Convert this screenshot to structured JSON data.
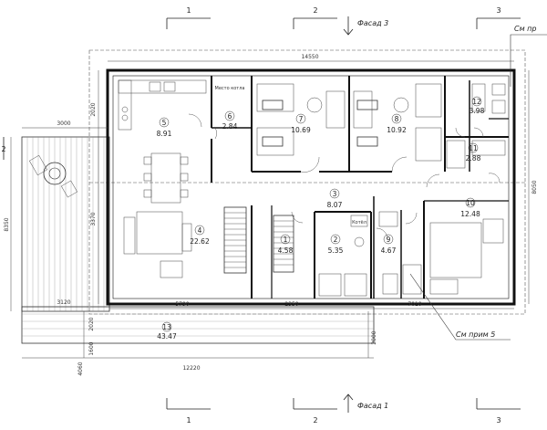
{
  "facades": {
    "top": "Фасад 3",
    "bottom": "Фасад 1"
  },
  "notes": {
    "see_prim5": "См прим 5",
    "see_pr": "См пр"
  },
  "axes": {
    "top": [
      "1",
      "2",
      "3"
    ],
    "bottom": [
      "1",
      "2",
      "3"
    ],
    "left": "2"
  },
  "dimensions": {
    "overall_width": "14550",
    "overall_depth": "8350",
    "terrace_width": "3000",
    "terrace_width2": "3120",
    "bottom_total": "12220",
    "seg_left": "5790",
    "seg_mid": "2350",
    "seg_right": "7010",
    "right_depth": "8050",
    "depth_1": "2020",
    "depth_2": "3370",
    "bottom_h1": "2020",
    "bottom_h2": "1600",
    "bottom_h3": "2000",
    "bottom_h4": "4060"
  },
  "rooms": [
    {
      "num": "1",
      "area": "4.58"
    },
    {
      "num": "2",
      "area": "5.35"
    },
    {
      "num": "3",
      "area": "8.07"
    },
    {
      "num": "4",
      "area": "22.62"
    },
    {
      "num": "5",
      "area": "8.91"
    },
    {
      "num": "6",
      "area": "2.84"
    },
    {
      "num": "7",
      "area": "10.69"
    },
    {
      "num": "8",
      "area": "10.92"
    },
    {
      "num": "9",
      "area": "4.67"
    },
    {
      "num": "10",
      "area": "12.48"
    },
    {
      "num": "11",
      "area": "2.88"
    },
    {
      "num": "12",
      "area": "3.98"
    },
    {
      "num": "13",
      "area": "43.47"
    }
  ],
  "fixture_labels": {
    "boiler": "Котёл",
    "room6_note": "Место котла"
  }
}
